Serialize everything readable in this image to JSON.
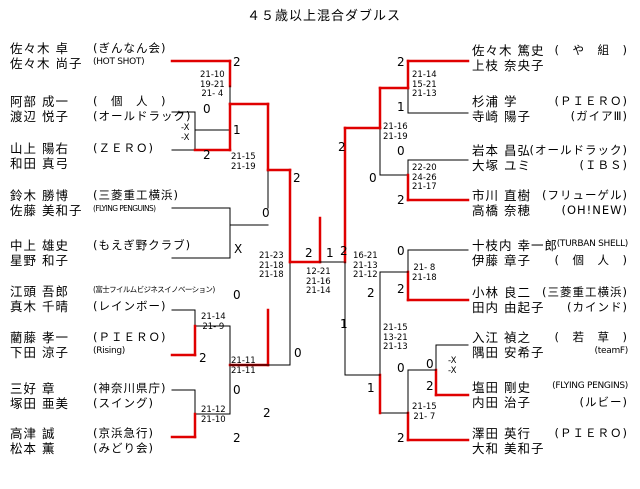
{
  "title": "４５歳以上混合ダブルス",
  "colors": {
    "win": "#e00000",
    "line": "#000000"
  },
  "left_players": [
    {
      "n1": "佐々木 卓",
      "n2": "佐々木 尚子",
      "team": "(ぎんなん会)",
      "team2": "(HOT SHOT)"
    },
    {
      "n1": "阿部 成一",
      "n2": "渡辺 悦子",
      "team": "(　個　人　)",
      "team2": "(オールドラック)"
    },
    {
      "n1": "山上 陽右",
      "n2": "和田 真弓",
      "team": "(ＺＥＲＯ)",
      "team2": ""
    },
    {
      "n1": "鈴木 勝博",
      "n2": "佐藤 美和子",
      "team": "(三菱重工横浜)",
      "team2": "(FLYING PENGUINS)"
    },
    {
      "n1": "中上 雄史",
      "n2": "星野 和子",
      "team": "(もえぎ野クラブ)",
      "team2": ""
    },
    {
      "n1": "江頭 吾郎",
      "n2": "真木 千晴",
      "team": "(富士フイルムビジネスイノベーション)",
      "team2": "(レインボー)"
    },
    {
      "n1": "藺藤 孝一",
      "n2": "下田 涼子",
      "team": "(ＰＩＥＲＯ)",
      "team2": "(Rising)"
    },
    {
      "n1": "三好 章",
      "n2": "塚田 亜美",
      "team": "(神奈川県庁)",
      "team2": "(スイング)"
    },
    {
      "n1": "高津 誠",
      "n2": "松本 薫",
      "team": "(京浜急行)",
      "team2": "(みどり会)"
    }
  ],
  "right_players": [
    {
      "n1": "佐々木 篤史",
      "n2": "上枝 奈央子",
      "team": "(　や　組　)",
      "team2": ""
    },
    {
      "n1": "杉浦 学",
      "n2": "寺崎 陽子",
      "team": "(ＰＩＥＲＯ)",
      "team2": "(ガイアⅢ)"
    },
    {
      "n1": "岩本 昌弘",
      "n2": "大塚 ユミ",
      "team": "(オールドラック)",
      "team2": "(ＩＢＳ)"
    },
    {
      "n1": "市川 直樹",
      "n2": "高橋 奈穂",
      "team": "(フリューゲル)",
      "team2": "(OH!NEW)"
    },
    {
      "n1": "十枝内 幸一郎",
      "n2": "伊藤 章子",
      "team": "(TURBAN SHELL)",
      "team2": "(　個　人　)"
    },
    {
      "n1": "小林 良二",
      "n2": "田内 由起子",
      "team": "(三菱重工横浜)",
      "team2": "(カインド)"
    },
    {
      "n1": "入江 禎之",
      "n2": "隅田 安希子",
      "team": "(　若　草　)",
      "team2": "(teamF)"
    },
    {
      "n1": "塩田 剛史",
      "n2": "内田 治子",
      "team": "(FLYING PENGINS)",
      "team2": "(ルビー)"
    },
    {
      "n1": "澤田 英行",
      "n2": "大和 美和子",
      "team": "(ＰＩＥＲＯ)",
      "team2": ""
    }
  ],
  "scores": {
    "L_m1": {
      "a": "2",
      "b": "1",
      "gs": "21-10\n19-21\n21- 4"
    },
    "L_m2": {
      "a": "0",
      "b": "2",
      "gs": "-X\n-X"
    },
    "L_qf1": {
      "a": "1",
      "b": "2",
      "gs": "21-15\n21-19"
    },
    "L_m3": {
      "a": "0",
      "b": "X",
      "gs": ""
    },
    "L_m4": {
      "a": "0",
      "b": "2",
      "gs": "21-14\n21- 9"
    },
    "L_m5": {
      "a": "0",
      "b": "2",
      "gs": "21-12\n21-10"
    },
    "L_qf2": {
      "a": "2",
      "b": "0",
      "gs": "21-11\n21-11"
    },
    "L_sf": {
      "a": "2",
      "b": "1",
      "gs": "21-23\n21-18\n21-18"
    },
    "final": {
      "a": "2",
      "b": "1",
      "gs": "12-21\n21-16\n21-14"
    },
    "R_m1": {
      "a": "2",
      "b": "1",
      "gs": "21-14\n15-21\n21-13"
    },
    "R_m2": {
      "a": "0",
      "b": "2",
      "gs": "22-20\n24-26\n21-17"
    },
    "R_qf1": {
      "a": "2",
      "b": "0",
      "gs": "21-16\n21-19"
    },
    "R_m3": {
      "a": "0",
      "b": "2",
      "gs": "21- 8\n21-18"
    },
    "R_m4": {
      "a": "0",
      "b": "2",
      "gs": "-X\n-X"
    },
    "R_m5": {
      "a": "0",
      "b": "2",
      "gs": "21-15\n21- 7"
    },
    "R_qf2": {
      "a": "1",
      "b": "2",
      "gs": "21-15\n13-21\n21-13"
    },
    "R_sf": {
      "a": "2",
      "b": "1",
      "gs": "16-21\n21-13\n21-12"
    }
  }
}
